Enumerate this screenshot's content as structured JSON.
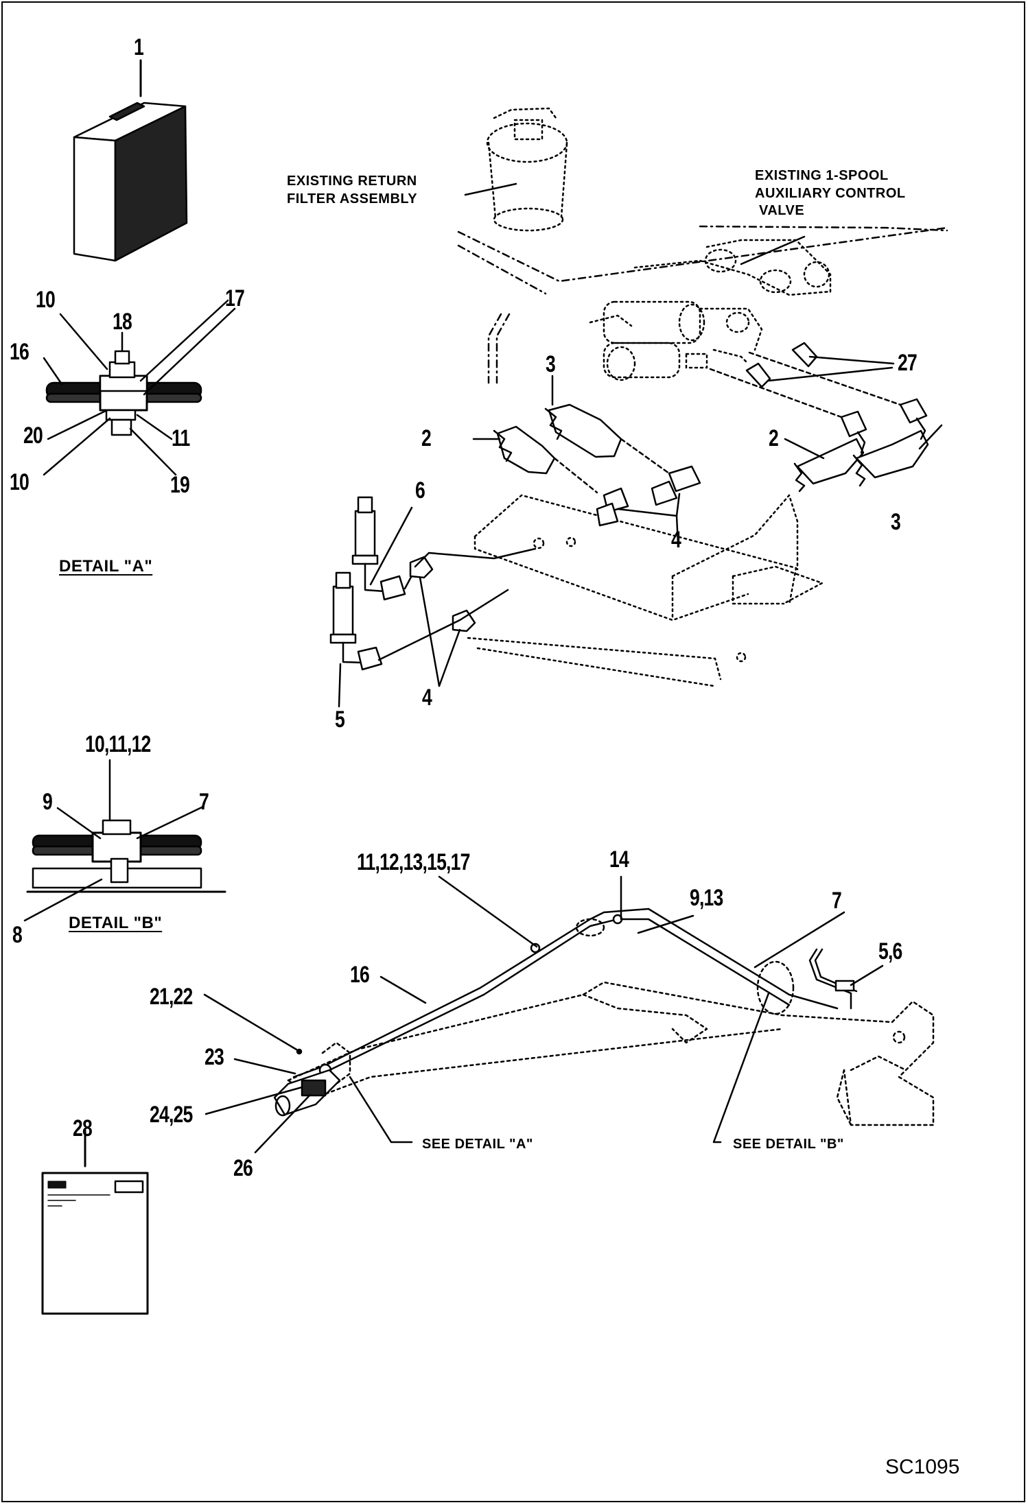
{
  "diagram": {
    "callouts": {
      "c1": "1",
      "c2_left": "2",
      "c2_right": "2",
      "c3_left": "3",
      "c3_right": "3",
      "c4_upper": "4",
      "c4_lower": "4",
      "c5": "5",
      "c6": "6",
      "c27": "27",
      "c28": "28",
      "dA_10_top": "10",
      "dA_17": "17",
      "dA_18": "18",
      "dA_16": "16",
      "dA_20": "20",
      "dA_11": "11",
      "dA_10_bottom": "10",
      "dA_19": "19",
      "dB_10_11_12": "10,11,12",
      "dB_9": "9",
      "dB_7": "7",
      "dB_8": "8",
      "boom_11_12_13_15_17": "11,12,13,15,17",
      "boom_14": "14",
      "boom_9_13": "9,13",
      "boom_7": "7",
      "boom_5_6": "5,6",
      "boom_16": "16",
      "boom_21_22": "21,22",
      "boom_23": "23",
      "boom_24_25": "24,25",
      "boom_26": "26"
    },
    "notes": {
      "return_filter": [
        "EXISTING RETURN",
        "FILTER ASSEMBLY"
      ],
      "control_valve": [
        "EXISTING 1-SPOOL",
        "AUXILIARY CONTROL",
        "VALVE"
      ],
      "see_detail_a": "SEE DETAIL \"A\"",
      "see_detail_b": "SEE DETAIL \"B\""
    },
    "detail_titles": {
      "a": "DETAIL \"A\"",
      "b": "DETAIL \"B\""
    },
    "figure_code": "SC1095"
  }
}
